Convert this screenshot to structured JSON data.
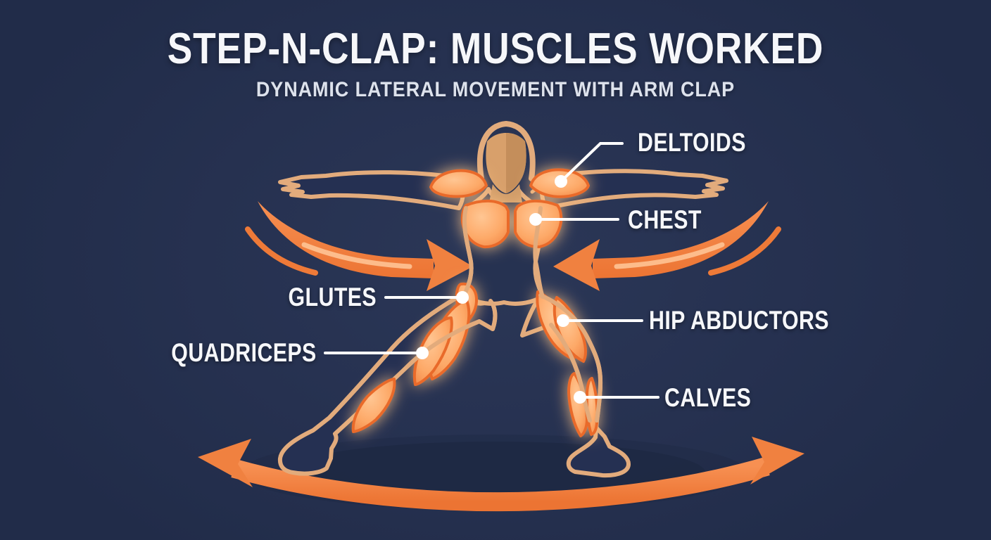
{
  "header": {
    "title": "STEP-N-CLAP: MUSCLES WORKED",
    "subtitle": "DYNAMIC LATERAL MOVEMENT WITH ARM CLAP"
  },
  "muscle_labels": {
    "deltoids": "DELTOIDS",
    "chest": "CHEST",
    "glutes": "GLUTES",
    "quadriceps": "QUADRICEPS",
    "hip_abductors": "HIP ABDUCTORS",
    "calves": "CALVES"
  },
  "figure": {
    "pose": "lateral side-step stance with both arms extended horizontally",
    "highlighted_muscles": [
      "deltoids",
      "chest",
      "glutes",
      "quadriceps",
      "hip abductors",
      "calves"
    ]
  },
  "icons": {
    "left_inward_swoosh_arrow": "curved orange arrow sweeping toward waist from left",
    "right_inward_swoosh_arrow": "curved orange arrow sweeping toward waist from right",
    "floor_sweep_arrow": "double-headed curved orange arrow under the feet"
  },
  "colors": {
    "background": "#263150",
    "accent_orange": "#f08140",
    "muscle_glow": "#ff8a3d",
    "muscle_fill_light": "#ffc693",
    "muscle_stroke": "#e96a2b",
    "skin_outline": "#e2ab7c",
    "text": "#f6f7fa",
    "shadow": "#1e2943"
  }
}
